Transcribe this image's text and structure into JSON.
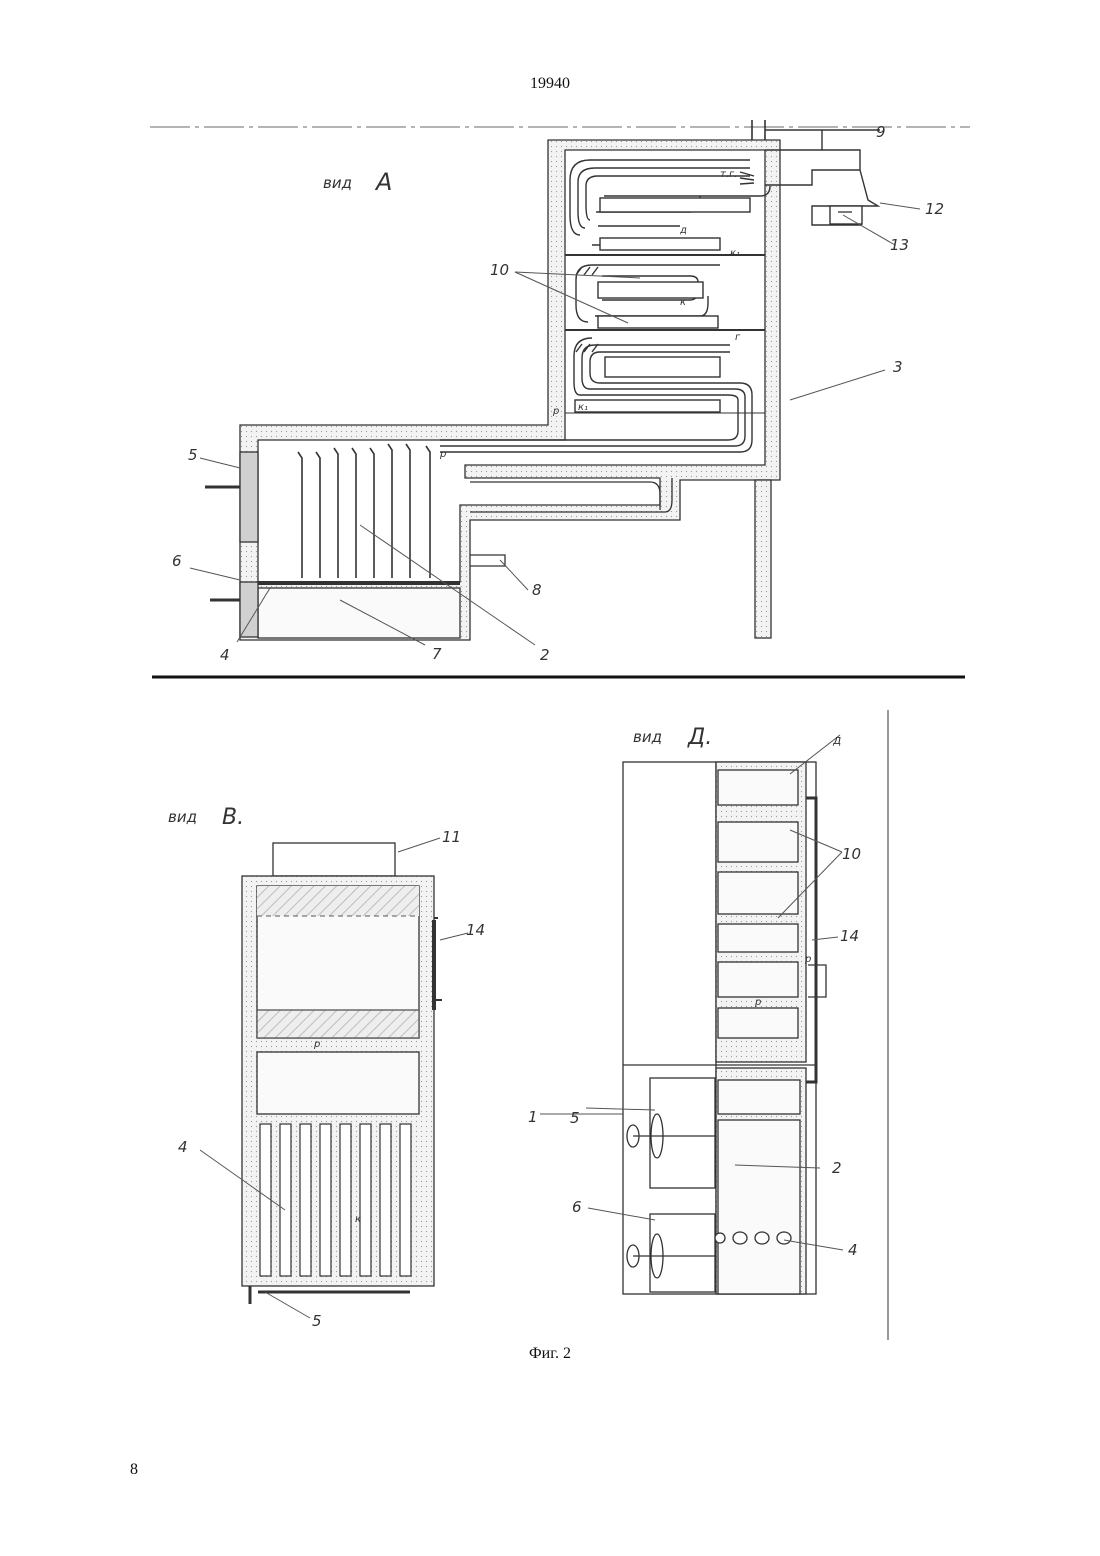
{
  "header": {
    "doc_number": "19940"
  },
  "footer": {
    "caption": "Фиг. 2",
    "page_number": "8"
  },
  "view_a": {
    "title_prefix": "вид",
    "title_letter": "А",
    "callouts": [
      "5",
      "6",
      "4",
      "7",
      "2",
      "8",
      "3",
      "10",
      "9",
      "12",
      "13"
    ],
    "small_labels": [
      "т.г.",
      "д",
      "к₁",
      "к",
      "г",
      "р",
      "к₁",
      "р"
    ]
  },
  "view_b": {
    "title_prefix": "вид",
    "title_letter": "В.",
    "callouts": [
      "11",
      "14",
      "4",
      "5"
    ],
    "small_labels": [
      "р",
      "к"
    ]
  },
  "view_d": {
    "title_prefix": "вид",
    "title_letter": "Д.",
    "callouts": [
      "д",
      "10",
      "14",
      "5",
      "1",
      "2",
      "6",
      "4"
    ],
    "small_labels": [
      "р",
      "р"
    ]
  }
}
